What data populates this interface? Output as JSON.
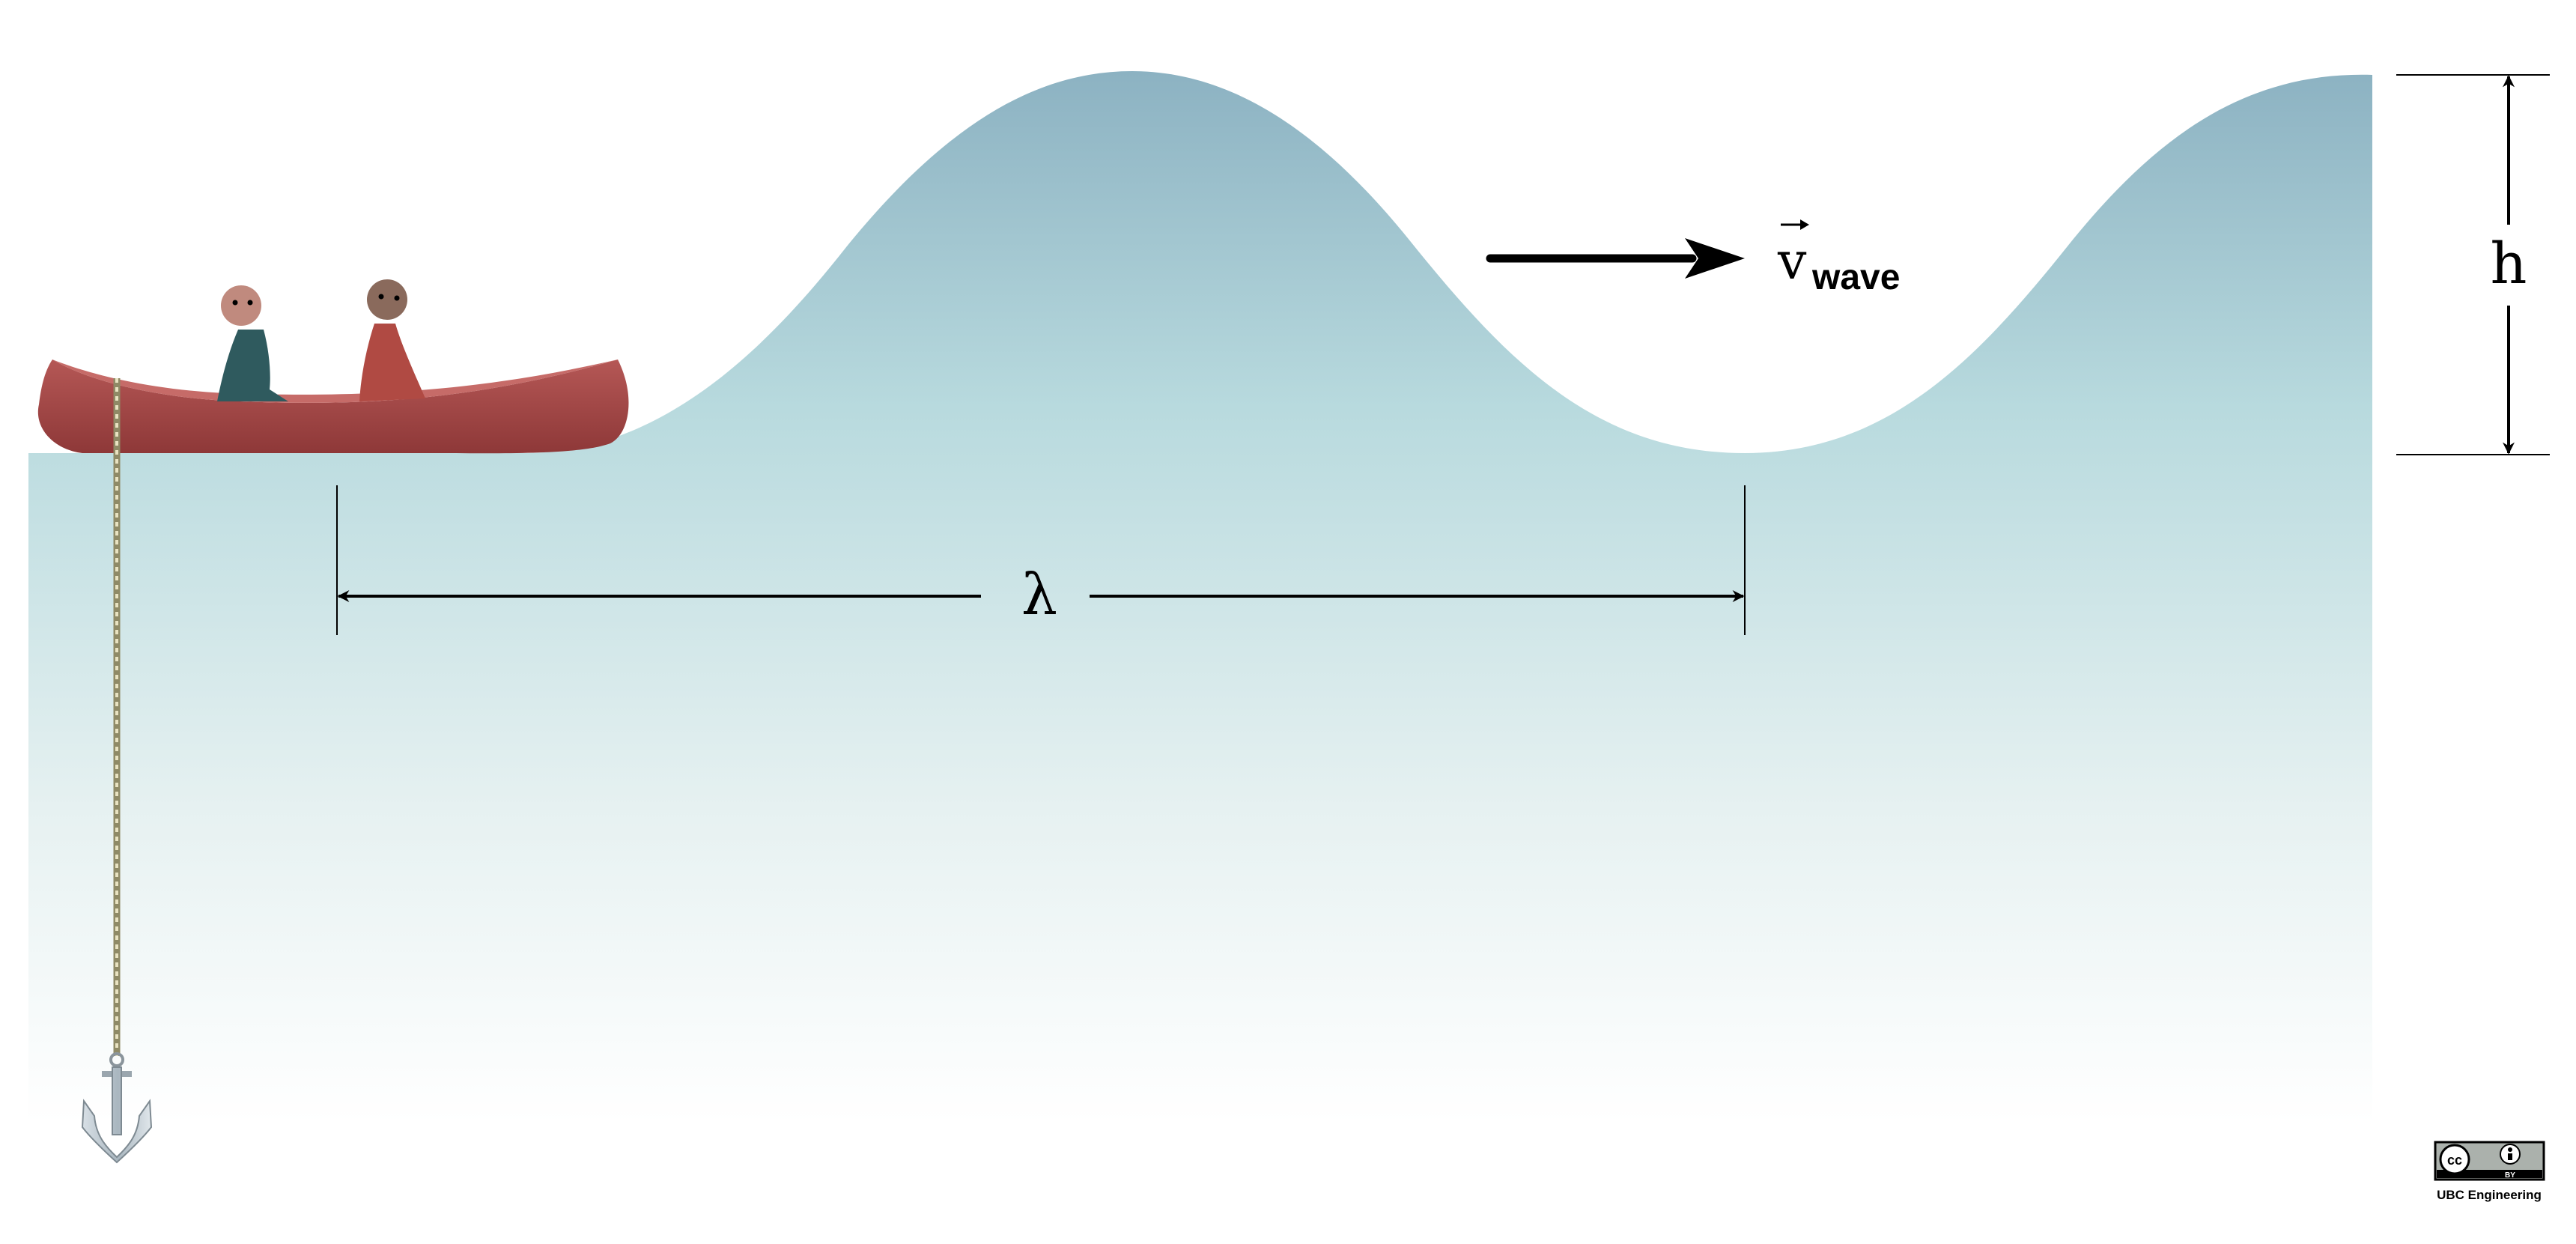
{
  "labels": {
    "wavelength": "λ",
    "velocity_symbol": "v",
    "velocity_subscript": "wave",
    "height": "h"
  },
  "license": {
    "badge_left": "cc",
    "badge_right": "BY",
    "credit": "UBC Engineering"
  },
  "colors": {
    "water_top": "#8cb2c2",
    "water_mid": "#b8dade",
    "water_bottom": "#ffffff",
    "canoe": "#a8494a",
    "canoe_dark": "#7e3131",
    "person1_head": "#c08a7e",
    "person1_body": "#2f5a5e",
    "person2_head": "#8a6a5c",
    "person2_body": "#b04a43",
    "anchor": "#b9c4cc",
    "rope": "#8f8a66"
  }
}
